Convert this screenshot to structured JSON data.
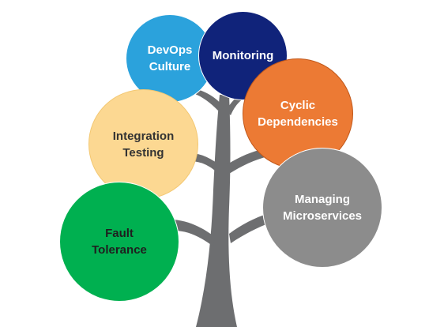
{
  "diagram": {
    "nodes": [
      {
        "id": "devops",
        "label": "DevOps\nCulture",
        "color": "#2ba2dc",
        "text_color": "#ffffff"
      },
      {
        "id": "monitoring",
        "label": "Monitoring",
        "color": "#10237a",
        "text_color": "#ffffff"
      },
      {
        "id": "cyclic",
        "label": "Cyclic\nDependencies",
        "color": "#ec7a34",
        "text_color": "#ffffff"
      },
      {
        "id": "integration",
        "label": "Integration\nTesting",
        "color": "#fcd892",
        "text_color": "#333333"
      },
      {
        "id": "managing",
        "label": "Managing\nMicroservices",
        "color": "#8c8c8c",
        "text_color": "#ffffff"
      },
      {
        "id": "fault",
        "label": "Fault\nTolerance",
        "color": "#00b050",
        "text_color": "#1f1f1f"
      }
    ],
    "tree_color": "#6d6e70"
  }
}
